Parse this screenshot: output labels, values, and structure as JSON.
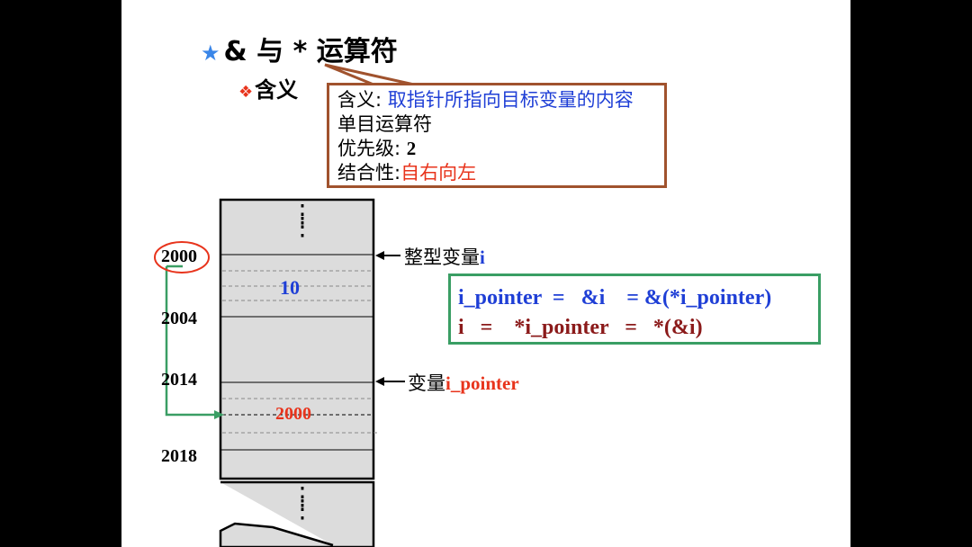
{
  "title": {
    "star": "★",
    "text": "& 与 * 运算符"
  },
  "subtitle": {
    "bullet": "❖",
    "text": "含义"
  },
  "callout": {
    "line1_label": "含义: ",
    "line1_value": "取指针所指向目标变量的内容",
    "line2": "单目运算符",
    "line3_label": "优先级: ",
    "line3_value": "2",
    "line4_label": "结合性:",
    "line4_value": "自右向左"
  },
  "memory": {
    "addresses": [
      "2000",
      "2004",
      "2014",
      "2018"
    ],
    "cell_i_value": "10",
    "cell_ptr_value": "2000",
    "dots": "⋮"
  },
  "annotations": {
    "int_var_label": "整型变量",
    "int_var_name": "i",
    "ptr_var_label": "变量",
    "ptr_var_name": "i_pointer"
  },
  "formula": {
    "line1": "i_pointer  =   &i    = &(*i_pointer)",
    "line2": "i   =    *i_pointer   =   *(&i)"
  },
  "colors": {
    "blue": "#1f3fd6",
    "red": "#e8341c",
    "dark_red": "#8b1a1a",
    "green": "#3a9e64",
    "callout_border": "#a0522d",
    "memory_fill": "#dcdcdc"
  }
}
